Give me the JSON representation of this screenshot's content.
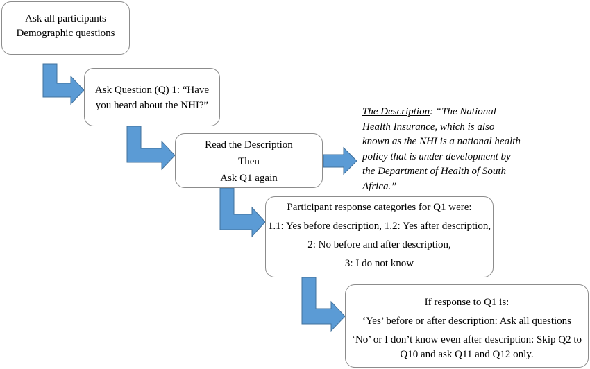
{
  "box_ask_all": {
    "line1": "Ask all participants",
    "line2": "Demographic questions"
  },
  "box_q1": {
    "line1": "Ask Question (Q) 1: “Have",
    "line2": "you heard about the NHI?”"
  },
  "box_read": {
    "line1": "Read the Description",
    "line2": "Then",
    "line3": "Ask Q1 again"
  },
  "description": {
    "title": "The Description",
    "text": ": “The National Health Insurance, which is also known as the NHI is a national health policy that is under development by the Department of Health of South Africa.”"
  },
  "box_categories": {
    "heading": "Participant response categories for Q1 were:",
    "item1": "1.1: Yes before description, 1.2:  Yes after description,",
    "item2": "2: No before and after description,",
    "item3": "3: I do not know"
  },
  "box_response": {
    "heading": "If response to Q1 is:",
    "yes_rule": "‘Yes’ before or after description: Ask all questions",
    "no_rule": "‘No’ or I don’t know even after description: Skip Q2 to Q10 and ask Q11 and Q12 only."
  },
  "colors": {
    "arrow_fill": "#5b9bd5",
    "arrow_stroke": "#41719c",
    "box_border": "#8c8c8c"
  }
}
